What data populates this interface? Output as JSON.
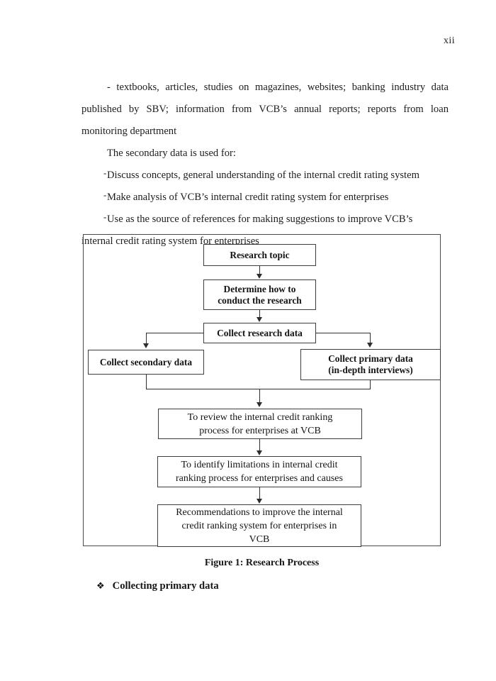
{
  "page": {
    "number": "xii"
  },
  "body": {
    "paragraph_1": "- textbooks, articles, studies on magazines, websites; banking industry data published by SBV; information from VCB’s annual reports; reports from loan monitoring department",
    "lead_in": "The secondary data is used for:",
    "dash_marker": "-",
    "items": [
      "Discuss concepts, general understanding of the internal credit rating system",
      "Make analysis of VCB’s internal credit rating system for enterprises",
      "Use as the source of references for making suggestions to improve VCB’s"
    ],
    "item_3_continuation": "internal credit rating system for enterprises"
  },
  "figure": {
    "caption": "Figure 1: Research Process",
    "nodes": {
      "research_topic": "Research topic",
      "determine_line_1": "Determine how to",
      "determine_line_2": "conduct the research",
      "collect_research": "Collect research data",
      "collect_secondary": "Collect secondary data",
      "collect_primary_line_1": "Collect primary  data",
      "collect_primary_line_2": "(in-depth interviews)",
      "review_line_1": "To review the internal credit ranking",
      "review_line_2": "process for enterprises at VCB",
      "identify_line_1": "To identify limitations in internal credit",
      "identify_line_2": "ranking process for enterprises and causes",
      "recommend_line_1": "Recommendations  to improve the internal",
      "recommend_line_2": "credit ranking system for enterprises in",
      "recommend_line_3": "VCB"
    }
  },
  "footer_heading": {
    "marker": "❖",
    "text": "Collecting primary data"
  }
}
